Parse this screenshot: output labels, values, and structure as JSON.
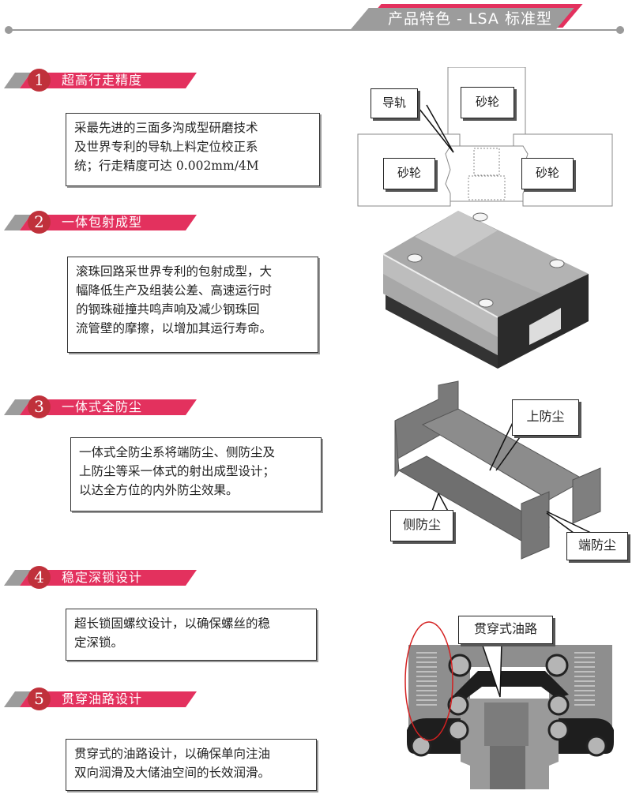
{
  "header": {
    "title": "产品特色 - LSA 标准型",
    "accent_color": "#e3315e",
    "grey_color": "#9c9c9c"
  },
  "sections": [
    {
      "number": "1",
      "title": "超高行走精度",
      "lines": [
        "采最先进的三面多沟成型研磨技术",
        "及世界专利的导轨上料定位校正系",
        "统；行走精度可达 0.002mm/4M"
      ],
      "figure": {
        "type": "grinding-diagram",
        "labels": {
          "rail": "导轨",
          "wheel_top": "砂轮",
          "wheel_left": "砂轮",
          "wheel_right": "砂轮"
        }
      }
    },
    {
      "number": "2",
      "title": "一体包射成型",
      "lines": [
        "滚珠回路采世界专利的包射成型，大",
        "幅降低生产及组装公差、高速运行时",
        "的钢珠碰撞共鸣声响及减少钢珠回",
        "流管壁的摩擦，以增加其运行寿命。"
      ],
      "figure": {
        "type": "block-render"
      }
    },
    {
      "number": "3",
      "title": "一体式全防尘",
      "lines": [
        "一体式全防尘系将端防尘、侧防尘及",
        "上防尘等采一体式的射出成型设计；",
        "以达全方位的内外防尘效果。"
      ],
      "figure": {
        "type": "dust-seal-render",
        "labels": {
          "top": "上防尘",
          "side": "侧防尘",
          "end": "端防尘"
        }
      }
    },
    {
      "number": "4",
      "title": "稳定深锁设计",
      "lines": [
        "超长锁固螺纹设计，以确保螺丝的稳",
        "定深锁。"
      ]
    },
    {
      "number": "5",
      "title": "贯穿油路设计",
      "lines": [
        "贯穿式的油路设计，以确保单向注油",
        "双向润滑及大储油空间的长效润滑。"
      ],
      "figure": {
        "type": "cross-section",
        "labels": {
          "oil_path": "贯穿式油路"
        }
      }
    }
  ]
}
